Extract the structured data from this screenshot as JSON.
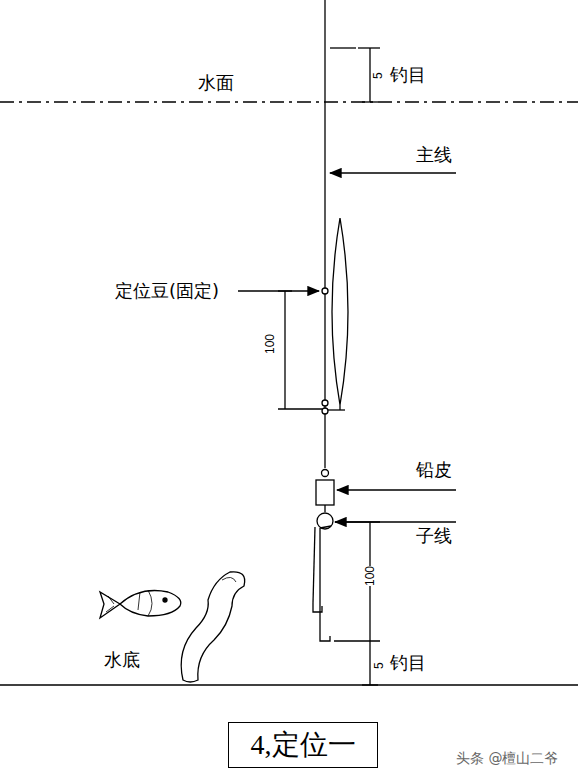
{
  "diagram": {
    "caption": "4,定位一",
    "labels": [
      "钓目",
      "5",
      "水面",
      "主线",
      "定位豆(固定)",
      "100",
      "铅皮",
      "子线",
      "100",
      "水底",
      "5",
      "钓目",
      "头条 @檀山二爷"
    ]
  }
}
